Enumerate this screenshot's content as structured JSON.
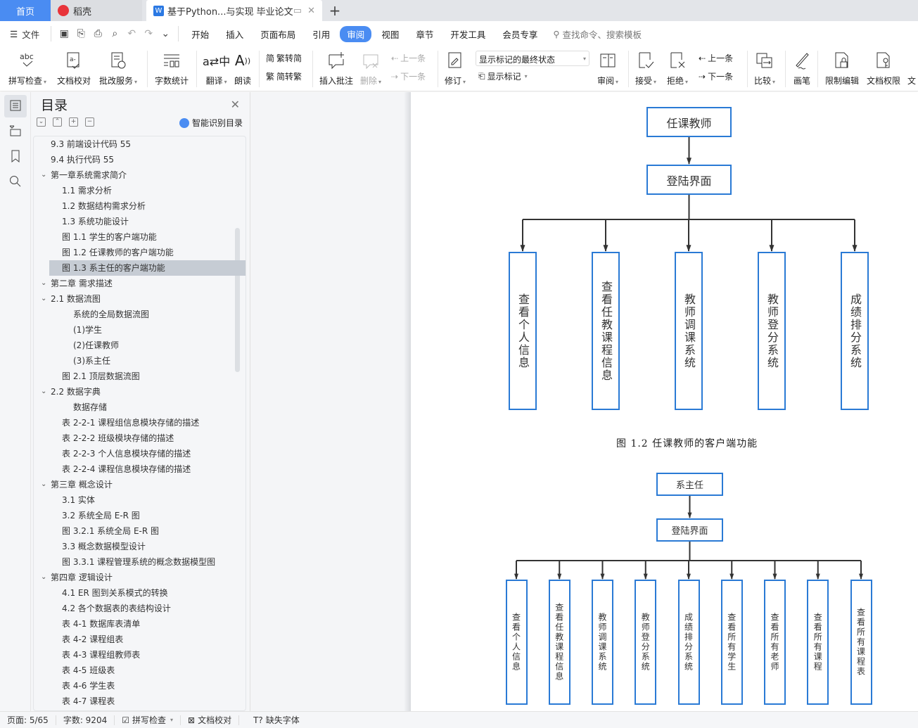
{
  "tabs": {
    "home": "首页",
    "daoke": "稻壳",
    "doc": "基于Python...与实现 毕业论文"
  },
  "menu": {
    "file": "文件",
    "items": [
      "开始",
      "插入",
      "页面布局",
      "引用",
      "审阅",
      "视图",
      "章节",
      "开发工具",
      "会员专享"
    ],
    "active": "审阅",
    "search_placeholder": "查找命令、搜索模板"
  },
  "ribbon": {
    "spell_check": "拼写检查",
    "doc_proof": "文档校对",
    "correction_service": "批改服务",
    "word_count": "字数统计",
    "translate": "翻译",
    "read_aloud": "朗读",
    "trad_to_simp": "繁转简",
    "simp_to_trad": "简转繁",
    "insert_comment": "插入批注",
    "delete": "删除",
    "prev_comment": "上一条",
    "next_comment": "下一条",
    "track_changes": "修订",
    "markup_state": "显示标记的最终状态",
    "show_markup": "显示标记",
    "review": "审阅",
    "accept": "接受",
    "reject": "拒绝",
    "prev_change": "上一条",
    "next_change": "下一条",
    "compare": "比较",
    "pen": "画笔",
    "restrict_edit": "限制编辑",
    "doc_permission": "文档权限",
    "doc_more": "文"
  },
  "toc": {
    "title": "目录",
    "smart_recognize": "智能识别目录",
    "items": [
      {
        "text": "9.3  前端设计代码  55",
        "level": 1,
        "chev": false
      },
      {
        "text": "9.4  执行代码  55",
        "level": 1,
        "chev": false
      },
      {
        "text": "第一章系统需求简介",
        "level": 0,
        "chev": true
      },
      {
        "text": "1.1 需求分析",
        "level": 2,
        "chev": false
      },
      {
        "text": "1.2  数据结构需求分析",
        "level": 2,
        "chev": false
      },
      {
        "text": "1.3 系统功能设计",
        "level": 2,
        "chev": false
      },
      {
        "text": "图 1.1  学生的客户端功能",
        "level": 2,
        "chev": false
      },
      {
        "text": "图 1.2  任课教师的客户端功能",
        "level": 2,
        "chev": false
      },
      {
        "text": "图 1.3  系主任的客户端功能",
        "level": 2,
        "chev": false,
        "selected": true
      },
      {
        "text": "第二章  需求描述",
        "level": 0,
        "chev": true
      },
      {
        "text": "2.1  数据流图",
        "level": 1,
        "chev": true
      },
      {
        "text": "系统的全局数据流图",
        "level": 3,
        "chev": false
      },
      {
        "text": "(1)学生",
        "level": 3,
        "chev": false
      },
      {
        "text": "(2)任课教师",
        "level": 3,
        "chev": false
      },
      {
        "text": "(3)系主任",
        "level": 3,
        "chev": false
      },
      {
        "text": "图 2.1  顶层数据流图",
        "level": 2,
        "chev": false
      },
      {
        "text": "2.2  数据字典",
        "level": 1,
        "chev": true
      },
      {
        "text": "数据存储",
        "level": 3,
        "chev": false
      },
      {
        "text": "表 2-2-1  课程组信息模块存储的描述",
        "level": 2,
        "chev": false
      },
      {
        "text": "表 2-2-2  班级模块存储的描述",
        "level": 2,
        "chev": false
      },
      {
        "text": "表 2-2-3  个人信息模块存储的描述",
        "level": 2,
        "chev": false
      },
      {
        "text": "表 2-2-4  课程信息模块存储的描述",
        "level": 2,
        "chev": false
      },
      {
        "text": "第三章    概念设计",
        "level": 0,
        "chev": true
      },
      {
        "text": "3.1  实体",
        "level": 2,
        "chev": false
      },
      {
        "text": "3.2  系统全局 E-R 图",
        "level": 2,
        "chev": false
      },
      {
        "text": "图 3.2.1  系统全局 E-R 图",
        "level": 2,
        "chev": false
      },
      {
        "text": "3.3  概念数据模型设计",
        "level": 2,
        "chev": false
      },
      {
        "text": "图 3.3.1  课程管理系统的概念数据模型图",
        "level": 2,
        "chev": false
      },
      {
        "text": "第四章  逻辑设计",
        "level": 0,
        "chev": true
      },
      {
        "text": "4.1 ER 图到关系模式的转换",
        "level": 2,
        "chev": false
      },
      {
        "text": "4.2    各个数据表的表结构设计",
        "level": 2,
        "chev": false
      },
      {
        "text": "表 4-1  数据库表清单",
        "level": 2,
        "chev": false
      },
      {
        "text": "表 4-2  课程组表",
        "level": 2,
        "chev": false
      },
      {
        "text": "表 4-3  课程组教师表",
        "level": 2,
        "chev": false
      },
      {
        "text": "表 4-5  班级表",
        "level": 2,
        "chev": false
      },
      {
        "text": "表 4-6  学生表",
        "level": 2,
        "chev": false
      },
      {
        "text": "表 4-7  课程表",
        "level": 2,
        "chev": false
      }
    ]
  },
  "document": {
    "diagram1": {
      "root": "任课教师",
      "login": "登陆界面",
      "children": [
        "查看个人信息",
        "查看任教课程信息",
        "教师调课系统",
        "教师登分系统",
        "成绩排分系统"
      ],
      "caption": "图 1.2  任课教师的客户端功能"
    },
    "diagram2": {
      "root": "系主任",
      "login": "登陆界面",
      "children": [
        "查看个人信息",
        "查看任教课程信息",
        "教师调课系统",
        "教师登分系统",
        "成绩排分系统",
        "查看所有学生",
        "查看所有老师",
        "查看所有课程",
        "查看所有课程表"
      ]
    },
    "box_border_color": "#2a7ad5"
  },
  "status": {
    "page": "页面: 5/65",
    "words": "字数: 9204",
    "spell_check": "拼写检查",
    "doc_proof": "文档校对",
    "missing_fonts": "缺失字体"
  }
}
